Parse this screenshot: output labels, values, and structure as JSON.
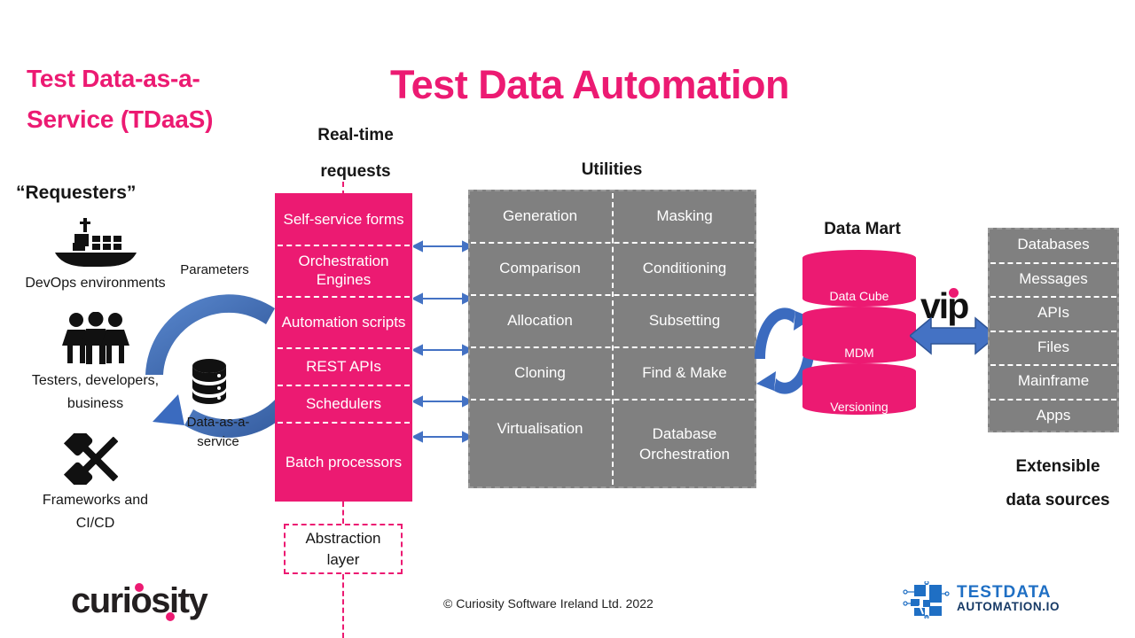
{
  "titles": {
    "tdaas_line1": "Test Data-as-a-",
    "tdaas_line2": "Service (TDaaS)",
    "main": "Test Data Automation",
    "requesters": "“Requesters”",
    "realtime_line1": "Real-time",
    "realtime_line2": "requests",
    "utilities": "Utilities",
    "data_mart": "Data Mart",
    "extensible_line1": "Extensible",
    "extensible_line2": "data sources"
  },
  "requesters": [
    {
      "icon": "ship-icon",
      "label": "DevOps environments"
    },
    {
      "icon": "people-icon",
      "label_line1": "Testers, developers,",
      "label_line2": "business"
    },
    {
      "icon": "hammers-icon",
      "label_line1": "Frameworks and",
      "label_line2": "CI/CD"
    }
  ],
  "cycle": {
    "top_label": "Parameters",
    "bottom_label_line1": "Data-as-a-",
    "bottom_label_line2": "service",
    "center_icon": "database-icon"
  },
  "channels": [
    {
      "label": "Self-service forms"
    },
    {
      "label": "Orchestration Engines"
    },
    {
      "label": "Automation scripts"
    },
    {
      "label": "REST APIs"
    },
    {
      "label": "Schedulers"
    },
    {
      "label": "Batch processors"
    }
  ],
  "utilities": {
    "left": [
      "Generation",
      "Comparison",
      "Allocation",
      "Cloning",
      "Virtualisation"
    ],
    "right": [
      "Masking",
      "Conditioning",
      "Subsetting",
      "Find & Make",
      "Database Orchestration"
    ]
  },
  "data_mart": {
    "bands": [
      "Data Cube",
      "MDM",
      "Versioning"
    ]
  },
  "vip_logo": {
    "text": "vip"
  },
  "data_sources": [
    "Databases",
    "Messages",
    "APIs",
    "Files",
    "Mainframe",
    "Apps"
  ],
  "abstraction": {
    "line1": "Abstraction",
    "line2": "layer"
  },
  "footer": {
    "copyright": "© Curiosity Software Ireland Ltd. 2022",
    "curiosity_logo_text": "curiosity",
    "tda_logo_line1": "TESTDATA",
    "tda_logo_line2": "AUTOMATION.IO"
  },
  "colors": {
    "pink": "#EC1A72",
    "grey": "#808080",
    "blue": "#4472C4",
    "blue_dark": "#2F5597",
    "black": "#161616",
    "white": "#FFFFFF"
  }
}
